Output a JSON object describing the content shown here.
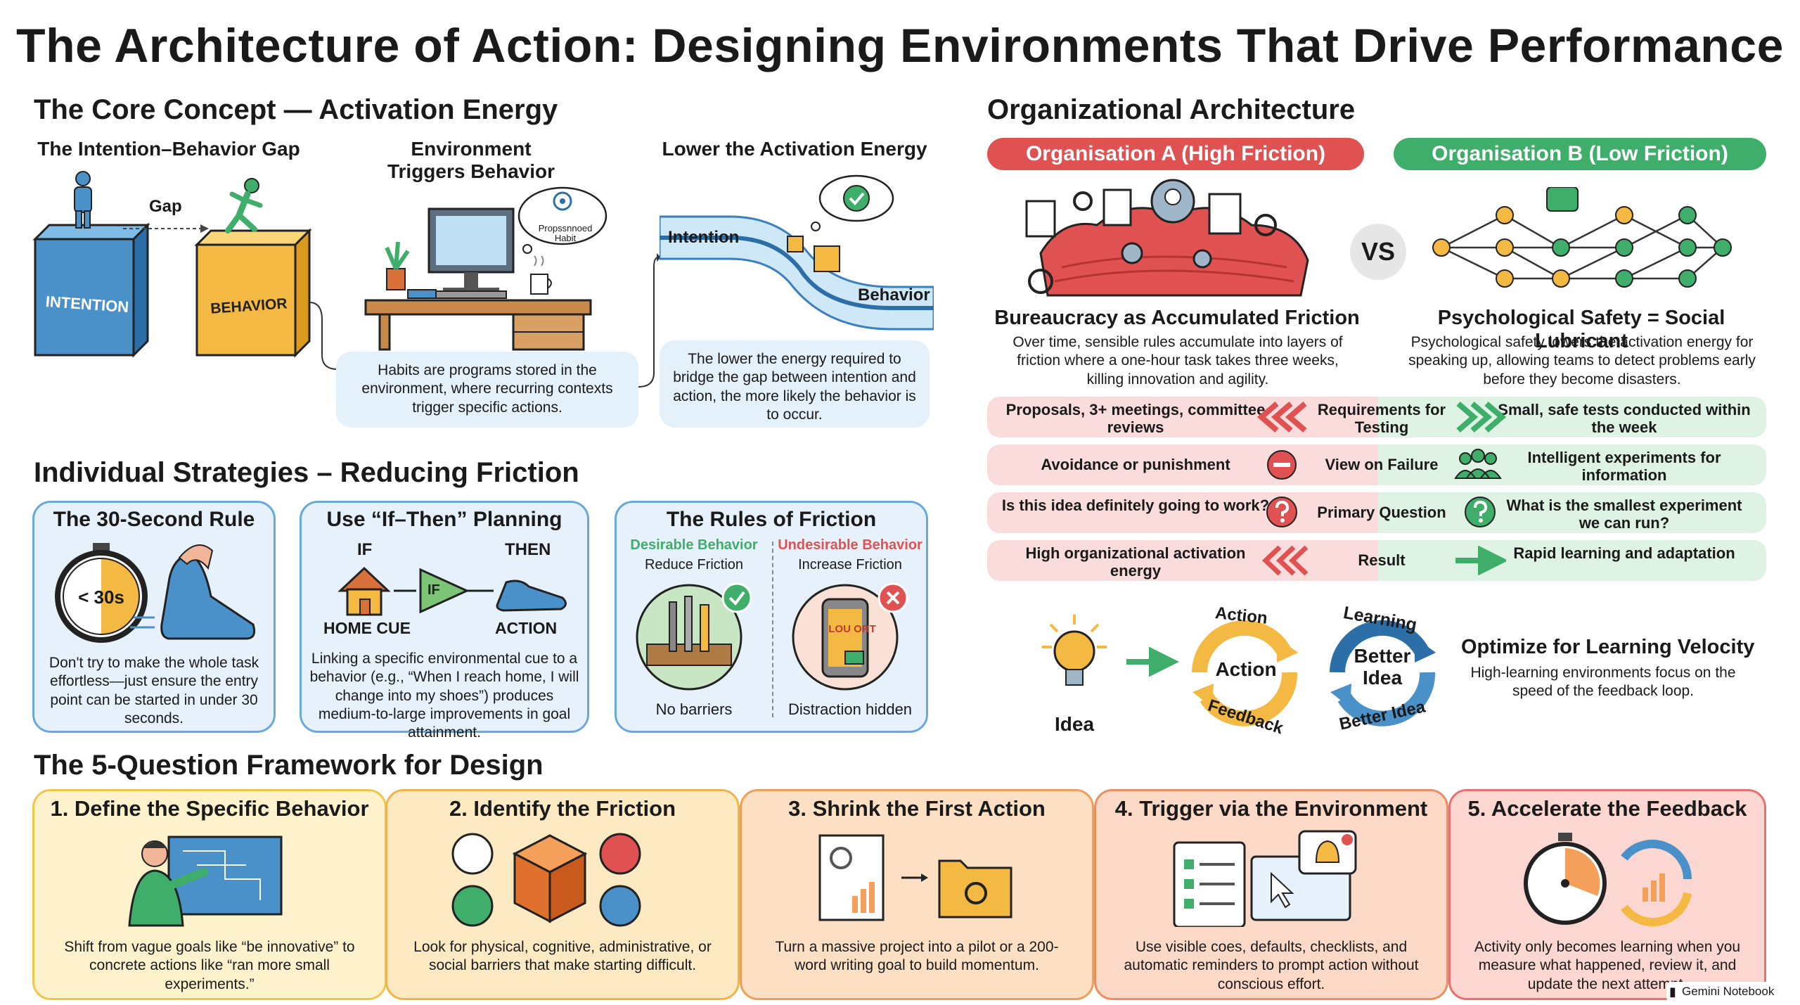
{
  "title": "The Architecture of Action: Designing Environments That Drive Performance",
  "core": {
    "heading": "The Core Concept — Activation Energy",
    "gap_title": "The Intention–Behavior Gap",
    "gap_label": "Gap",
    "intention_box": "INTENTION",
    "behavior_box": "BEHAVIOR",
    "env_title_1": "Environment",
    "env_title_2": "Triggers Behavior",
    "bubble_text_1": "Propssnnoed",
    "bubble_text_2": "Habit",
    "env_caption": "Habits are programs stored in the environment, where recurring contexts trigger specific actions.",
    "lower_title": "Lower the Activation Energy",
    "intention_label": "Intention",
    "behavior_label": "Behavior",
    "lower_caption": "The lower the energy required to bridge the gap between intention and action, the more likely the behavior is to occur."
  },
  "individual": {
    "heading": "Individual Strategies – Reducing Friction",
    "rule_title": "The 30-Second Rule",
    "timer_label": "< 30s",
    "rule_text": "Don't try to make the whole task effortless—just ensure the entry point can be started in under 30 seconds.",
    "ifthen_title": "Use “If–Then” Planning",
    "if_label": "IF",
    "then_label": "THEN",
    "gate_label": "IF",
    "home_cue": "HOME CUE",
    "action": "ACTION",
    "ifthen_text": "Linking a specific environmental cue to a behavior (e.g., “When I reach home, I will change into my shoes”) produces medium-to-large improvements in goal attainment.",
    "rules_title": "The Rules of Friction",
    "desirable": "Desirable Behavior",
    "reduce": "Reduce Friction",
    "undesirable": "Undesirable Behavior",
    "increase": "Increase Friction",
    "phone_label": "LOU ORT",
    "no_barriers": "No barriers",
    "distraction": "Distraction hidden"
  },
  "org": {
    "heading": "Organizational Architecture",
    "org_a": "Organisation A (High Friction)",
    "org_b": "Organisation B (Low Friction)",
    "vs": "VS",
    "a_title": "Bureaucracy as Accumulated Friction",
    "a_text": "Over time, sensible rules accumulate into layers of friction where a one-hour task takes three weeks, killing innovation and agility.",
    "b_title": "Psychological Safety = Social Lubricant",
    "b_text": "Psychological safety lowers the activation energy for speaking up, allowing teams to detect problems early before they become disasters.",
    "rows": [
      {
        "left": "Proposals, 3+ meetings, committee reviews",
        "mid": "Requirements for Testing",
        "right": "Small, safe tests conducted within the week"
      },
      {
        "left": "Avoidance or punishment",
        "mid": "View on Failure",
        "right": "Intelligent experiments for information"
      },
      {
        "left": "Is this idea definitely going to work?",
        "mid": "Primary Question",
        "right": "What is the smallest experiment we can run?"
      },
      {
        "left": "High organizational activation energy",
        "mid": "Result",
        "right": "Rapid learning and adaptation"
      }
    ],
    "idea": "Idea",
    "cycle1_top": "Action",
    "cycle1_center": "Action",
    "cycle1_bottom": "Feedback",
    "cycle2_top": "Learning",
    "cycle2_center_1": "Better",
    "cycle2_center_2": "Idea",
    "cycle2_bottom": "Better Idea",
    "velocity_title": "Optimize for Learning Velocity",
    "velocity_text": "High-learning environments focus on the speed of the feedback loop."
  },
  "framework": {
    "heading": "The 5-Question Framework for Design",
    "steps": [
      {
        "title": "1. Define the Specific Behavior",
        "text": "Shift from vague goals like “be innovative” to concrete actions like “ran more small experiments.”"
      },
      {
        "title": "2. Identify the Friction",
        "text": "Look for physical, cognitive, administrative, or social barriers that make starting difficult."
      },
      {
        "title": "3. Shrink the First Action",
        "text": "Turn a massive project into a pilot or a 200-word writing goal to build momentum."
      },
      {
        "title": "4. Trigger via the Environment",
        "text": "Use visible coes, defaults, checklists, and automatic reminders to prompt action without conscious effort."
      },
      {
        "title": "5. Accelerate the Feedback",
        "text": "Activity only becomes learning when you measure what happened, review it, and update the next attempt."
      }
    ]
  },
  "badge": "Gemini Notebook",
  "colors": {
    "red": "#e05252",
    "green": "#3fae6a",
    "blue": "#6aa8dc",
    "orange": "#f5a623"
  }
}
